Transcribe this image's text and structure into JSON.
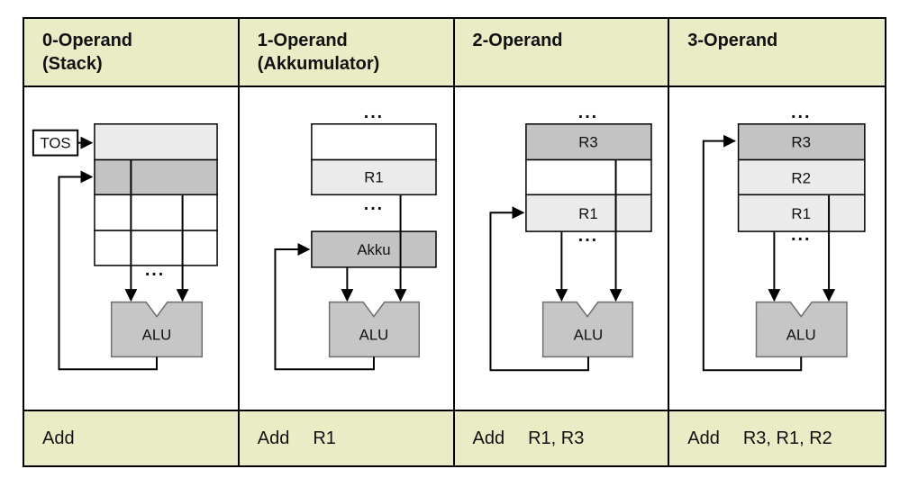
{
  "columns": [
    {
      "header": {
        "title": "0-Operand",
        "subtitle": "(Stack)"
      },
      "diagram": {
        "tos": "TOS",
        "dots_bottom": "...",
        "alu": "ALU"
      },
      "instruction": {
        "mnemonic": "Add",
        "operands": ""
      }
    },
    {
      "header": {
        "title": "1-Operand",
        "subtitle": "(Akkumulator)"
      },
      "diagram": {
        "dots_top": "...",
        "r1": "R1",
        "dots_mid": "...",
        "akku": "Akku",
        "alu": "ALU"
      },
      "instruction": {
        "mnemonic": "Add",
        "operands": "R1"
      }
    },
    {
      "header": {
        "title": "2-Operand",
        "subtitle": ""
      },
      "diagram": {
        "dots_top": "...",
        "r3": "R3",
        "r1": "R1",
        "dots_bottom": "...",
        "alu": "ALU"
      },
      "instruction": {
        "mnemonic": "Add",
        "operands": "R1, R3"
      }
    },
    {
      "header": {
        "title": "3-Operand",
        "subtitle": ""
      },
      "diagram": {
        "dots_top": "...",
        "r3": "R3",
        "r2": "R2",
        "r1": "R1",
        "dots_bottom": "...",
        "alu": "ALU"
      },
      "instruction": {
        "mnemonic": "Add",
        "operands": "R3, R1, R2"
      }
    }
  ],
  "colors": {
    "band_bg": "#eaecc6",
    "cell_white": "#ffffff",
    "cell_light": "#ebebeb",
    "cell_dark": "#c3c3c3",
    "alu_fill": "#c6c6c6"
  }
}
